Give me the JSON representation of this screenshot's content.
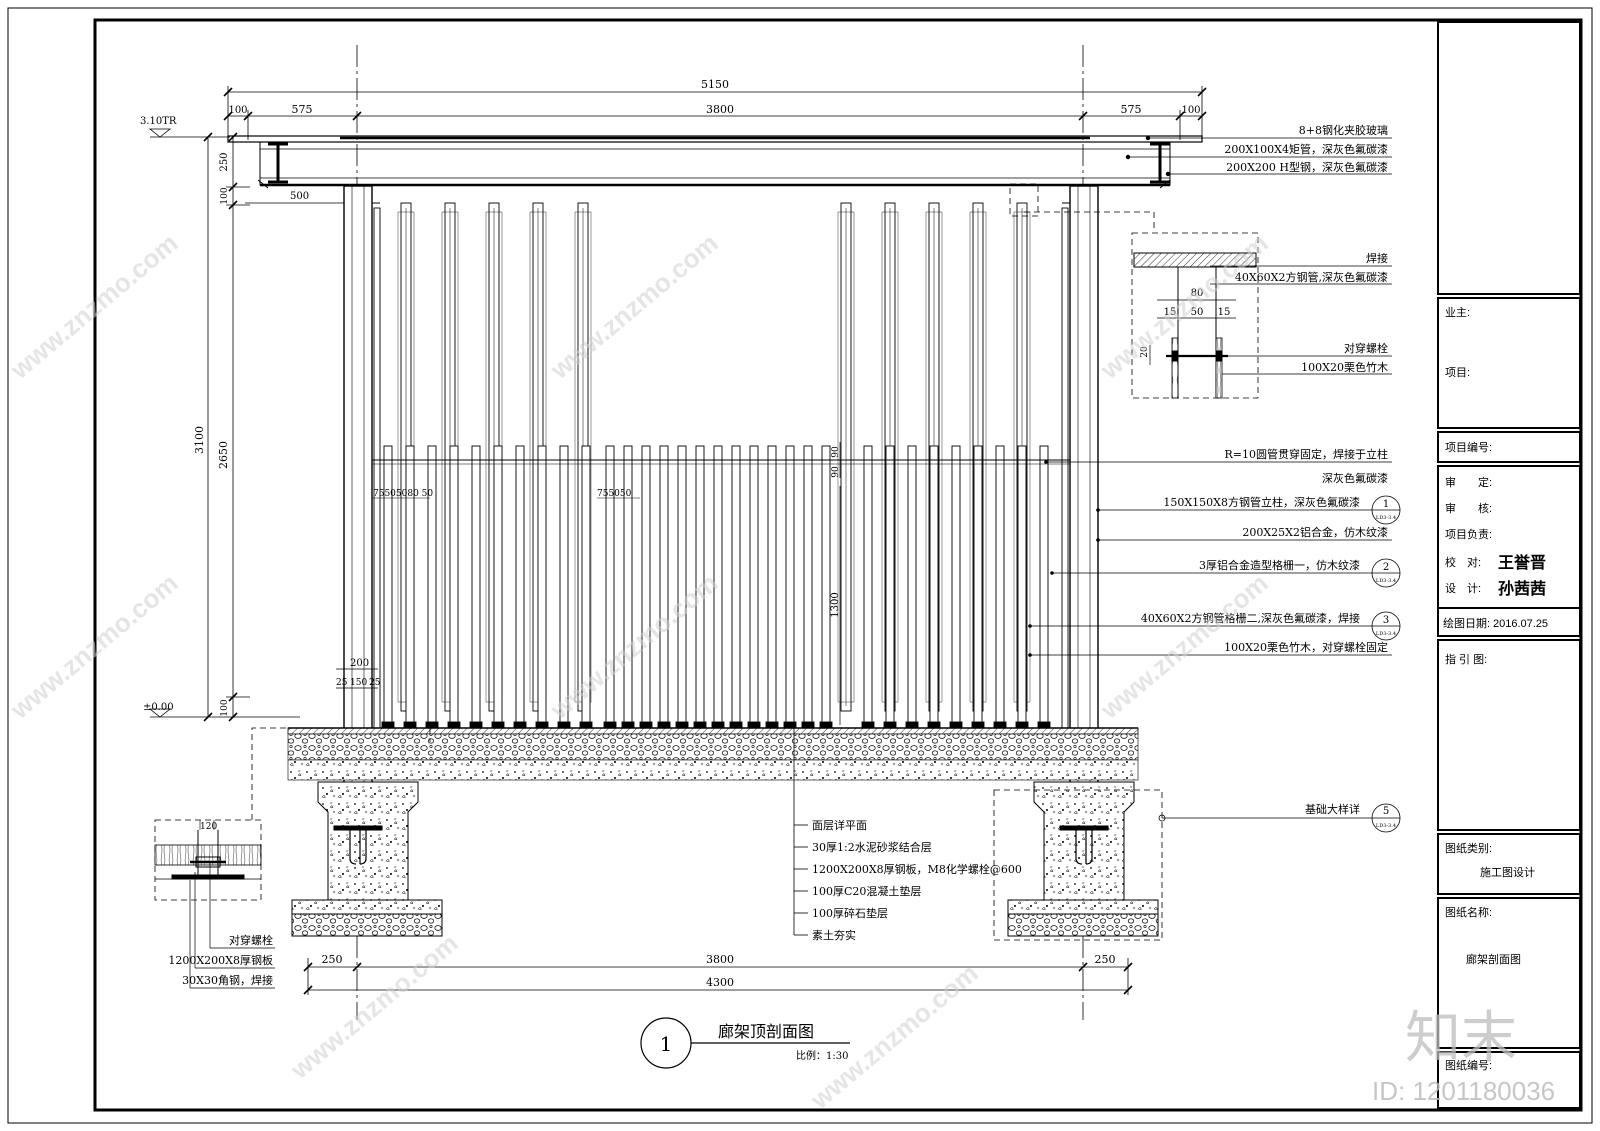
{
  "dims": {
    "top_total": "5150",
    "top_segments": [
      "100",
      "575",
      "3800",
      "575",
      "100"
    ],
    "elev_top": "3.10TR",
    "elev_ground": "±0.00",
    "left_vertical": [
      "250",
      "100",
      "3100",
      "2650",
      "100"
    ],
    "beam_cantilever": "500",
    "post_detail": [
      "200",
      "25",
      "150",
      "25"
    ],
    "lattice_spacing_a": "75505080 50",
    "lattice_spacing_b": "755050",
    "grille_gap": [
      "90",
      "90"
    ],
    "grille_height": "1300",
    "bottom_segments": [
      "250",
      "3800",
      "250"
    ],
    "bottom_total": "4300",
    "bolt_detail_top": "120"
  },
  "callouts_right": [
    "8+8钢化夹胶玻璃",
    "200X100X4矩管，深灰色氟碳漆",
    "200X200 H型钢，深灰色氟碳漆"
  ],
  "detail_inset": {
    "weld": "焊接",
    "tube": "40X60X2方钢管,深灰色氟碳漆",
    "dims": [
      "80",
      "15",
      "50",
      "15",
      "20"
    ],
    "bolt": "对穿螺栓",
    "wood": "100X20栗色竹木"
  },
  "callouts_mid": [
    {
      "text": "R=10圆管贯穿固定，焊接于立柱",
      "tag": ""
    },
    {
      "text": "深灰色氟碳漆",
      "tag": ""
    },
    {
      "text": "150X150X8方钢管立柱，深灰色氟碳漆",
      "tag": "1",
      "sheet": "LD3-3.4"
    },
    {
      "text": "200X25X2铝合金，仿木纹漆",
      "tag": ""
    },
    {
      "text": "3厚铝合金造型格栅一，仿木纹漆",
      "tag": "2",
      "sheet": "LD3-3.4"
    },
    {
      "text": "40X60X2方钢管格栅二,深灰色氟碳漆，焊接",
      "tag": "3",
      "sheet": "LD3-3.4"
    },
    {
      "text": "100X20栗色竹木，对穿螺栓固定",
      "tag": ""
    }
  ],
  "foundation_callout": {
    "text": "基础大样详",
    "tag": "5",
    "sheet": "LD3-3.4"
  },
  "layers": [
    "面层详平面",
    "30厚1:2水泥砂浆结合层",
    "1200X200X8厚钢板，M8化学螺栓@600",
    "100厚C20混凝土垫层",
    "100厚碎石垫层",
    "素土夯实"
  ],
  "left_detail_labels": [
    "对穿螺栓",
    "1200X200X8厚钢板",
    "30X30角钢，焊接"
  ],
  "drawing_title": {
    "number": "1",
    "name": "廊架顶剖面图",
    "scale": "比例：1:30"
  },
  "title_block": {
    "owner_label": "业主:",
    "project_label": "项目:",
    "project_no_label": "项目编号:",
    "review_label": "审　　定:",
    "check_label": "审　　核:",
    "lead_label": "项目负责:",
    "proof_label": "校　对:",
    "proof_sig": "王誉晋",
    "design_label": "设　计:",
    "design_sig": "孙茜茜",
    "date_label": "绘图日期:",
    "date_value": "2016.07.25",
    "guide_label": "指 引 图:",
    "category_label": "图纸类别:",
    "category_value": "施工图设计",
    "name_label": "图纸名称:",
    "name_value": "廊架剖面图",
    "number_label": "图纸编号:"
  },
  "watermark": {
    "brand": "知末",
    "id_text": "ID: 1201180036",
    "site": "www.znzmo.com"
  }
}
